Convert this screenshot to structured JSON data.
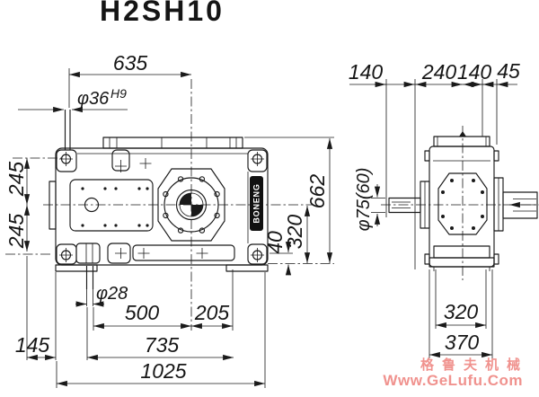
{
  "title": "H2SH10",
  "front_view": {
    "top": {
      "dim_635": "635",
      "dim_phi36": "φ36",
      "dim_phi36_sup": "H9"
    },
    "left": {
      "dim_245_upper": "245",
      "dim_245_lower": "245"
    },
    "right": {
      "dim_40": "40",
      "dim_320": "320",
      "dim_662": "662"
    },
    "bottom": {
      "dim_phi28": "φ28",
      "dim_500": "500",
      "dim_205": "205",
      "dim_145": "145",
      "dim_735": "735",
      "dim_1025": "1025"
    },
    "brand_label": "BONENG"
  },
  "side_view": {
    "top": {
      "dim_140_left": "140",
      "dim_240": "240",
      "dim_140_right": "140",
      "dim_45": "45"
    },
    "left": {
      "dim_phi75": "φ75(60)"
    },
    "bottom": {
      "dim_320": "320",
      "dim_370": "370"
    }
  },
  "watermark": {
    "line1": "格鲁夫机械",
    "line2": "Www.GeLufu.Com"
  },
  "colors": {
    "line": "#1a1a1a",
    "background": "#ffffff",
    "watermark": "#f0928e",
    "brand_bg": "#111111"
  }
}
